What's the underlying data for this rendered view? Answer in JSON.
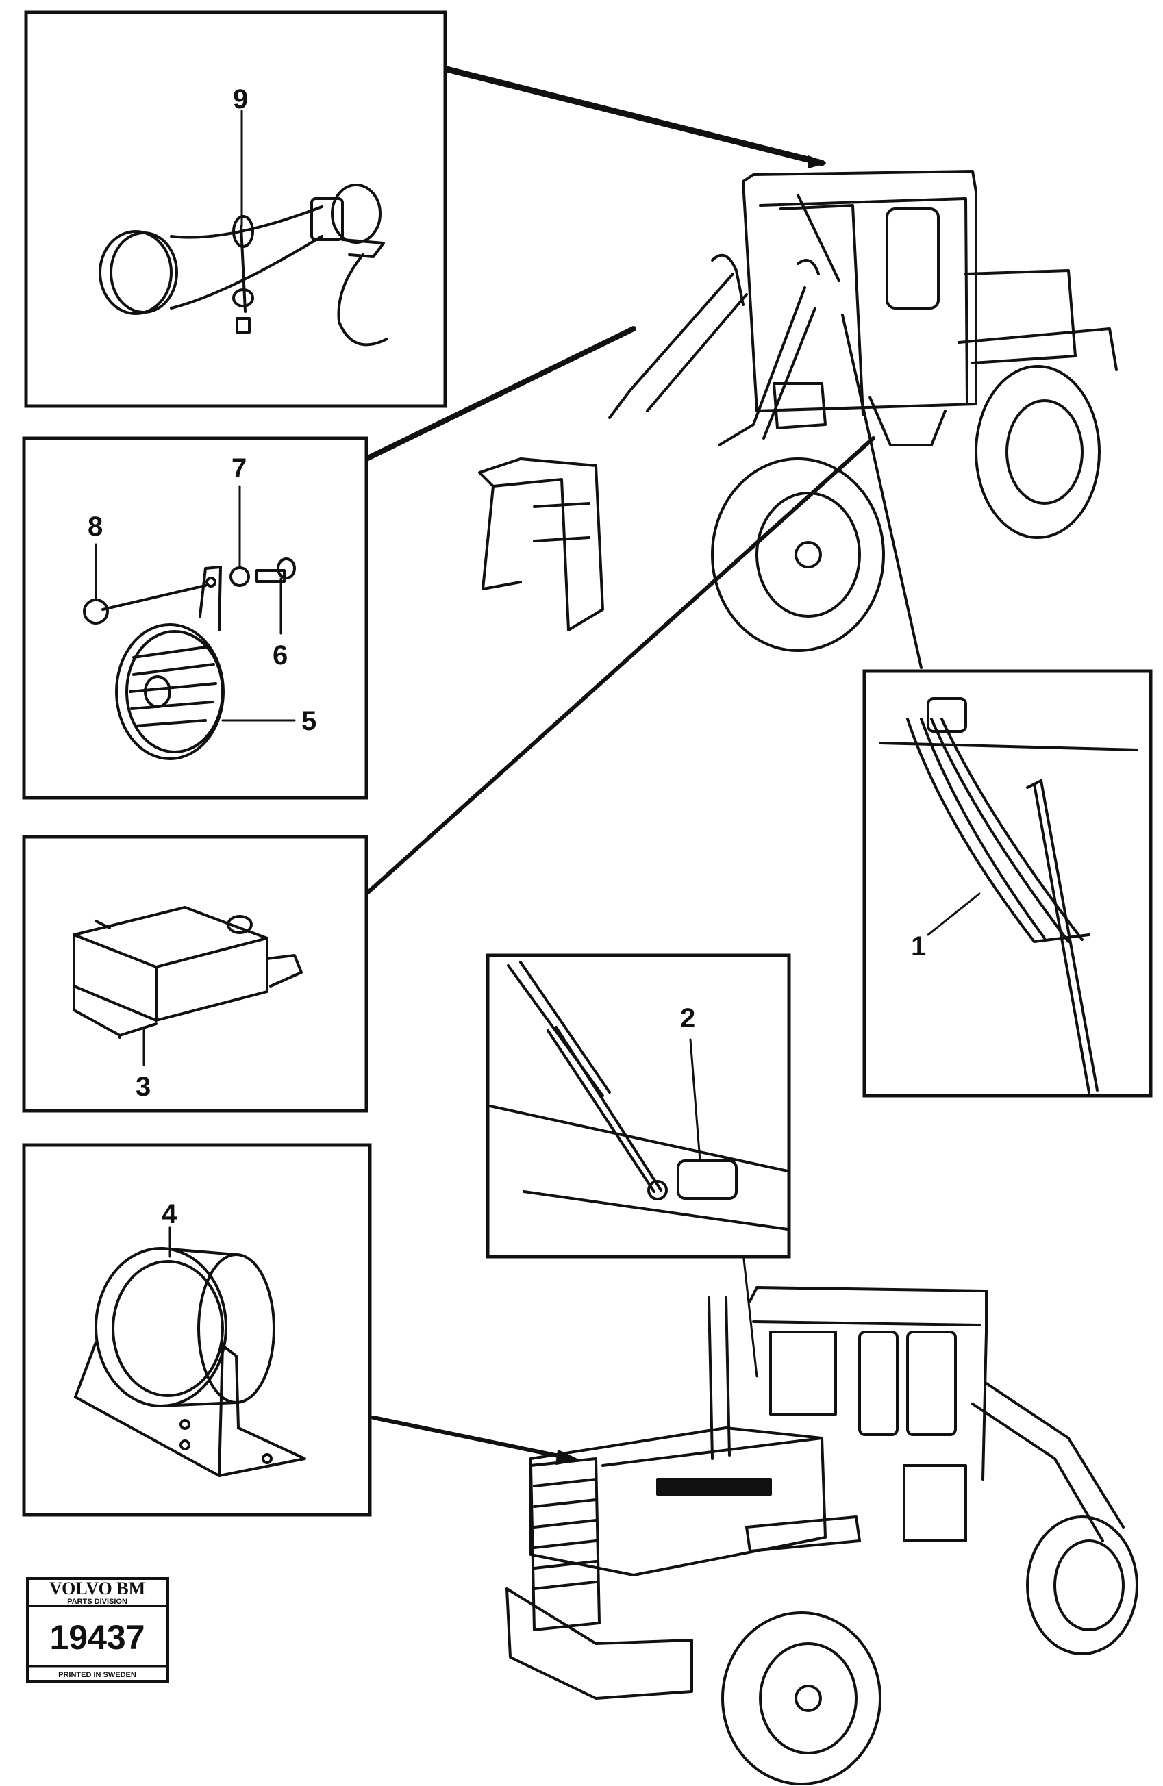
{
  "callouts": {
    "c1": "1",
    "c2": "2",
    "c3": "3",
    "c4": "4",
    "c5": "5",
    "c6": "6",
    "c7": "7",
    "c8": "8",
    "c9": "9"
  },
  "stamp": {
    "brand": "VOLVO BM",
    "division": "PARTS DIVISION",
    "number": "19437",
    "printed": "PRINTED IN SWEDEN"
  }
}
